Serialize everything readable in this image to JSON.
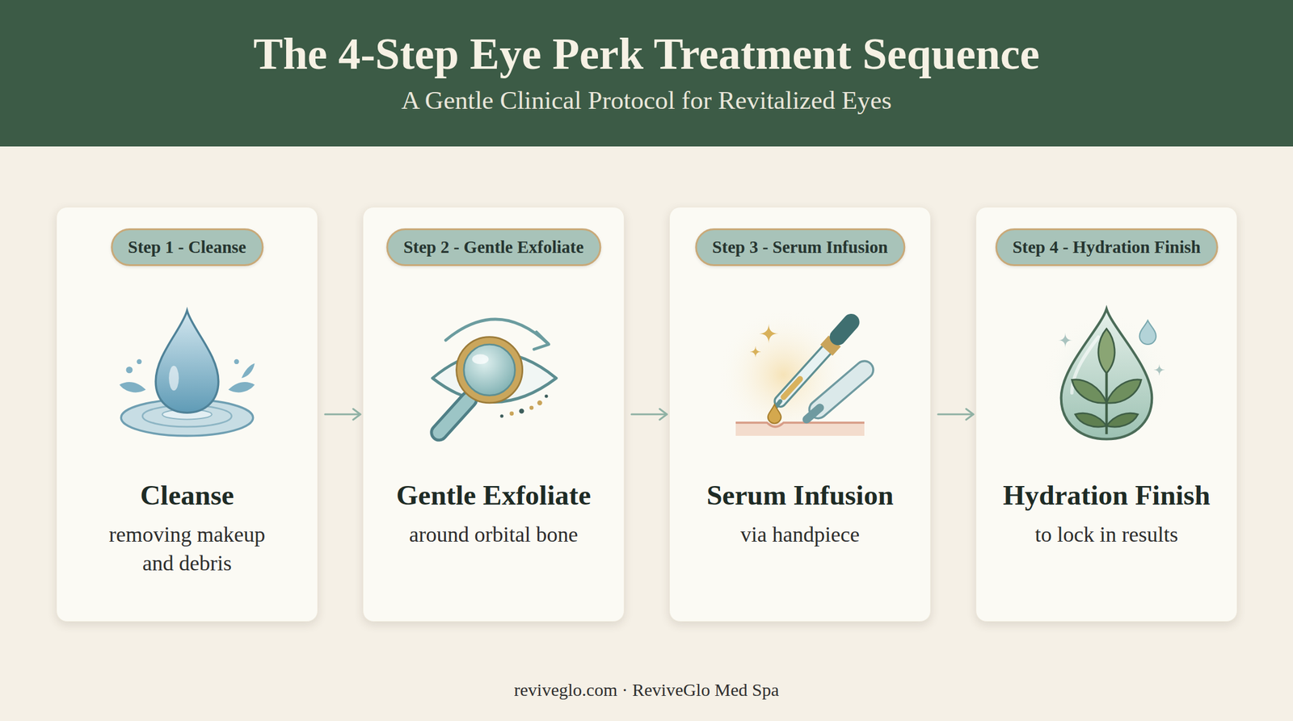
{
  "diagram": {
    "title": "The 4-Step Eye Perk Treatment Sequence",
    "nodes": [
      {
        "text": [
          "Cleanse",
          "removing makeup and debris"
        ]
      },
      {
        "text": [
          "Step 1 - Cleanse"
        ],
        "in": 0
      },
      {
        "text": [
          "Gentle Exfoliate",
          "around orbital bone"
        ]
      },
      {
        "text": [
          "Step 2 - Gentle Exfoliate"
        ],
        "in": 2
      },
      {
        "text": [
          "Serum Infusion",
          "via handpiece"
        ]
      },
      {
        "text": [
          "Step 3 - Serum Infusion"
        ],
        "in": 4
      },
      {
        "text": [
          "Hydration Finish",
          "to lock in results"
        ]
      },
      {
        "text": [
          "Step 4 - Hydration Finish"
        ],
        "in": 6
      }
    ],
    "edges": [
      {
        "from": 0,
        "to": 2,
        "arrow": "to"
      },
      {
        "from": 2,
        "to": 4,
        "arrow": "to"
      },
      {
        "from": 4,
        "to": 6,
        "arrow": "to"
      }
    ],
    "labels": [
      "A Gentle Clinical Protocol for Revitalized Eyes",
      "reviveglo.com · ReviveGlo Med Spa"
    ]
  }
}
